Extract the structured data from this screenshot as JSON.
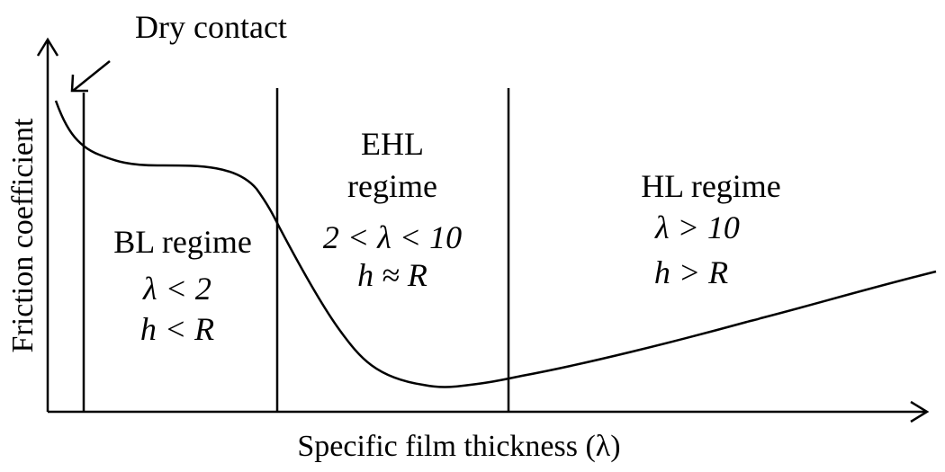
{
  "annotation": {
    "dry_contact": "Dry contact"
  },
  "axes": {
    "x_label": "Specific film thickness (λ)",
    "y_label": "Friction coefficient"
  },
  "regimes": {
    "bl": {
      "name": "BL regime",
      "lambda_cond": "λ < 2",
      "h_cond": "h < R"
    },
    "ehl": {
      "name_line1": "EHL",
      "name_line2": "regime",
      "lambda_cond": "2 < λ < 10",
      "h_cond": "h ≈ R"
    },
    "hl": {
      "name": "HL regime",
      "lambda_cond": "λ > 10",
      "h_cond": "h > R"
    }
  }
}
